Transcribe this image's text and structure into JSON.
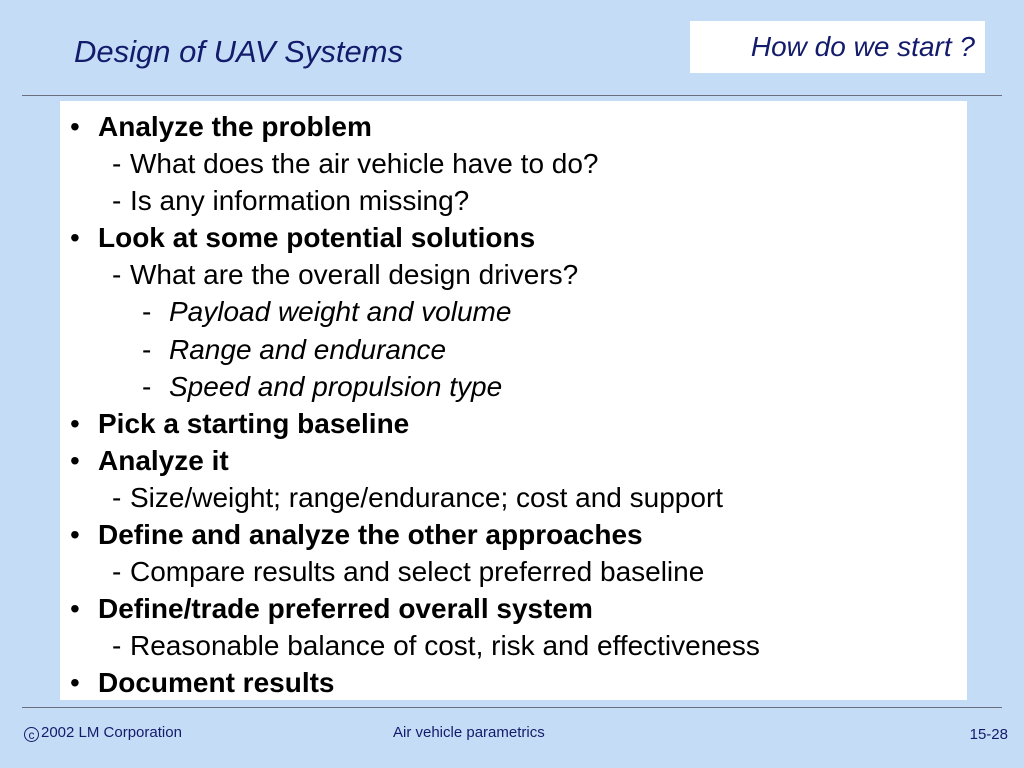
{
  "header": {
    "title": "Design of UAV Systems",
    "subtitle": "How do we start ?"
  },
  "content": {
    "rows": [
      {
        "level": 1,
        "marker": "•",
        "text": "Analyze the problem"
      },
      {
        "level": 2,
        "marker": "-",
        "text": "What does the air vehicle have to do?"
      },
      {
        "level": 2,
        "marker": "-",
        "text": "Is any information missing?"
      },
      {
        "level": 1,
        "marker": "•",
        "text": "Look at some potential solutions"
      },
      {
        "level": 2,
        "marker": "-",
        "text": "What are the overall design drivers?"
      },
      {
        "level": 3,
        "marker": "-",
        "text": "Payload weight and volume"
      },
      {
        "level": 3,
        "marker": "-",
        "text": "Range and endurance"
      },
      {
        "level": 3,
        "marker": "-",
        "text": "Speed and propulsion type"
      },
      {
        "level": 1,
        "marker": "•",
        "text": "Pick a starting baseline"
      },
      {
        "level": 1,
        "marker": "•",
        "text": "Analyze it"
      },
      {
        "level": 2,
        "marker": "-",
        "text": "Size/weight; range/endurance; cost and support"
      },
      {
        "level": 1,
        "marker": "•",
        "text": "Define and analyze the other approaches"
      },
      {
        "level": 2,
        "marker": "-",
        "text": "Compare results and select preferred baseline"
      },
      {
        "level": 1,
        "marker": "•",
        "text": "Define/trade preferred overall system"
      },
      {
        "level": 2,
        "marker": "-",
        "text": "Reasonable balance of cost, risk and effectiveness"
      },
      {
        "level": 1,
        "marker": "•",
        "text": "Document results"
      }
    ]
  },
  "footer": {
    "copyright_symbol": "c",
    "copyright_text": "2002 LM Corporation",
    "center_text": "Air vehicle parametrics",
    "page_number": "15-28"
  },
  "colors": {
    "background": "#c5dcf7",
    "title_text": "#131b6b",
    "rule": "#6a6f80",
    "content_background": "#ffffff"
  }
}
